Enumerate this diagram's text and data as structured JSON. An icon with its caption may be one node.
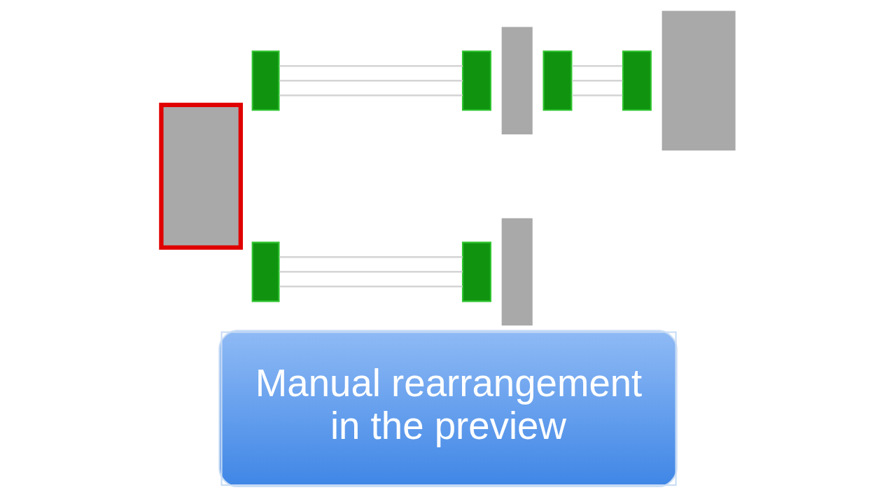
{
  "diagram": {
    "caption": "Manual rearrangement in the preview",
    "nodes": [
      {
        "text": [],
        "shape": "box"
      },
      {
        "text": [],
        "shape": "box"
      },
      {
        "text": [],
        "shape": "box"
      },
      {
        "text": [],
        "shape": "box"
      },
      {
        "text": [],
        "shape": "box"
      },
      {
        "text": [],
        "shape": "box"
      },
      {
        "text": [],
        "shape": "box"
      },
      {
        "text": [],
        "shape": "box"
      },
      {
        "text": [],
        "shape": "box"
      },
      {
        "text": [],
        "shape": "box"
      }
    ],
    "edges": [
      {
        "from": 1,
        "to": 3,
        "arrow": "none"
      },
      {
        "from": 1,
        "to": 3,
        "arrow": "none"
      },
      {
        "from": 1,
        "to": 3,
        "arrow": "none"
      },
      {
        "from": 5,
        "to": 6,
        "arrow": "none"
      },
      {
        "from": 5,
        "to": 6,
        "arrow": "none"
      },
      {
        "from": 5,
        "to": 6,
        "arrow": "none"
      },
      {
        "from": 2,
        "to": 8,
        "arrow": "none"
      },
      {
        "from": 2,
        "to": 8,
        "arrow": "none"
      },
      {
        "from": 2,
        "to": 8,
        "arrow": "none"
      }
    ]
  }
}
